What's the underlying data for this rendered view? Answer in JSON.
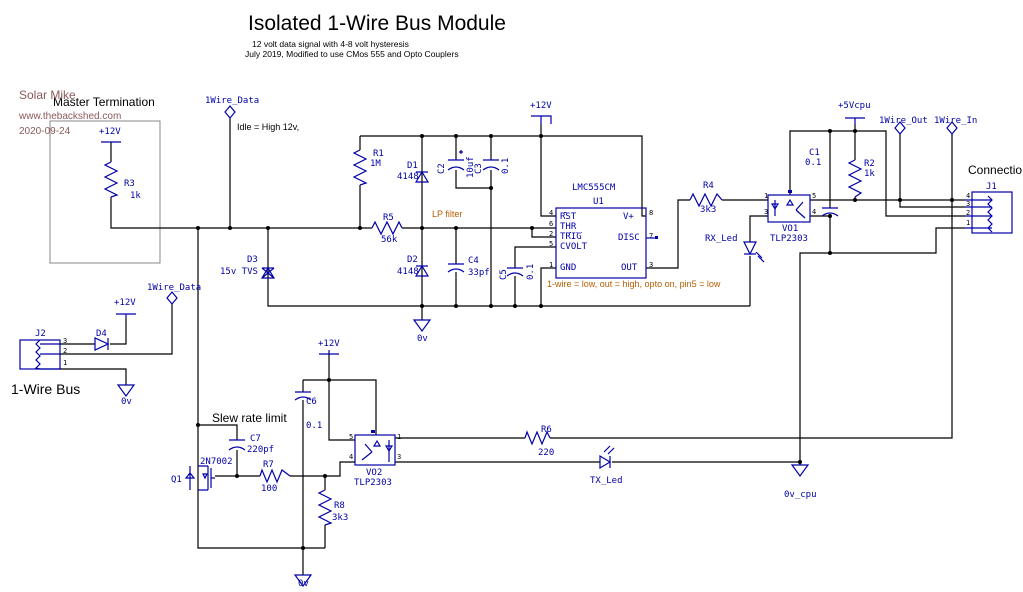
{
  "header": {
    "title": "Isolated 1-Wire Bus Module",
    "subtitle1": "12 volt data signal with 4-8 volt hysteresis",
    "subtitle2": "July 2019, Modified to use CMos 555 and Opto Couplers"
  },
  "watermark": {
    "author": "Solar Mike",
    "site": "www.thebackshed.com",
    "date": "2020-09-24"
  },
  "colors": {
    "component": "#0000a8",
    "wire": "#000000",
    "note": "#b85c00",
    "watermark": "#8a5a5a"
  },
  "annotations": {
    "master_termination": "Master Termination",
    "idle": "Idle = High 12v,",
    "lp_filter": "LP filter",
    "logic_note": "1-wire = low, out = high, opto on, pin5 = low",
    "slew": "Slew rate limit",
    "bus": "1-Wire Bus",
    "connection": "Connectio"
  },
  "power": {
    "v12": "+12V",
    "v5cpu": "+5Vcpu",
    "gnd": "0v",
    "gnd_cpu": "0v_cpu"
  },
  "ports": {
    "data": "1Wire_Data",
    "out": "1Wire_Out",
    "in": "1Wire_In"
  },
  "components": {
    "R1": {
      "ref": "R1",
      "value": "1M"
    },
    "R2": {
      "ref": "R2",
      "value": "1k"
    },
    "R3": {
      "ref": "R3",
      "value": "1k"
    },
    "R4": {
      "ref": "R4",
      "value": "3k3"
    },
    "R5": {
      "ref": "R5",
      "value": "56k"
    },
    "R6": {
      "ref": "R6",
      "value": "220"
    },
    "R7": {
      "ref": "R7",
      "value": "100"
    },
    "R8": {
      "ref": "R8",
      "value": "3k3"
    },
    "C1": {
      "ref": "C1",
      "value": "0.1"
    },
    "C2": {
      "ref": "C2",
      "value": "10uf"
    },
    "C3": {
      "ref": "C3",
      "value": "0.1"
    },
    "C4": {
      "ref": "C4",
      "value": "33pf"
    },
    "C5": {
      "ref": "C5",
      "value": "0.1"
    },
    "C6": {
      "ref": "C6",
      "value": "0.1"
    },
    "C7": {
      "ref": "C7",
      "value": "220pf"
    },
    "D1": {
      "ref": "D1",
      "value": "4148"
    },
    "D2": {
      "ref": "D2",
      "value": "4148"
    },
    "D3": {
      "ref": "D3",
      "value": "15v  TVS"
    },
    "D4": {
      "ref": "D4"
    },
    "Q1": {
      "ref": "Q1",
      "value": "2N7002"
    },
    "U1": {
      "ref": "U1",
      "value": "LMC555CM",
      "pins": {
        "rst": "RST",
        "thr": "THR",
        "trig": "TRIG",
        "cvolt": "CVOLT",
        "gnd": "GND",
        "vplus": "V+",
        "disc": "DISC",
        "out": "OUT"
      }
    },
    "VO1": {
      "ref": "VO1",
      "value": "TLP2303"
    },
    "VO2": {
      "ref": "VO2",
      "value": "TLP2303"
    },
    "RX": {
      "ref": "RX_Led"
    },
    "TX": {
      "ref": "TX_Led"
    },
    "J1": {
      "ref": "J1"
    },
    "J2": {
      "ref": "J2"
    }
  }
}
